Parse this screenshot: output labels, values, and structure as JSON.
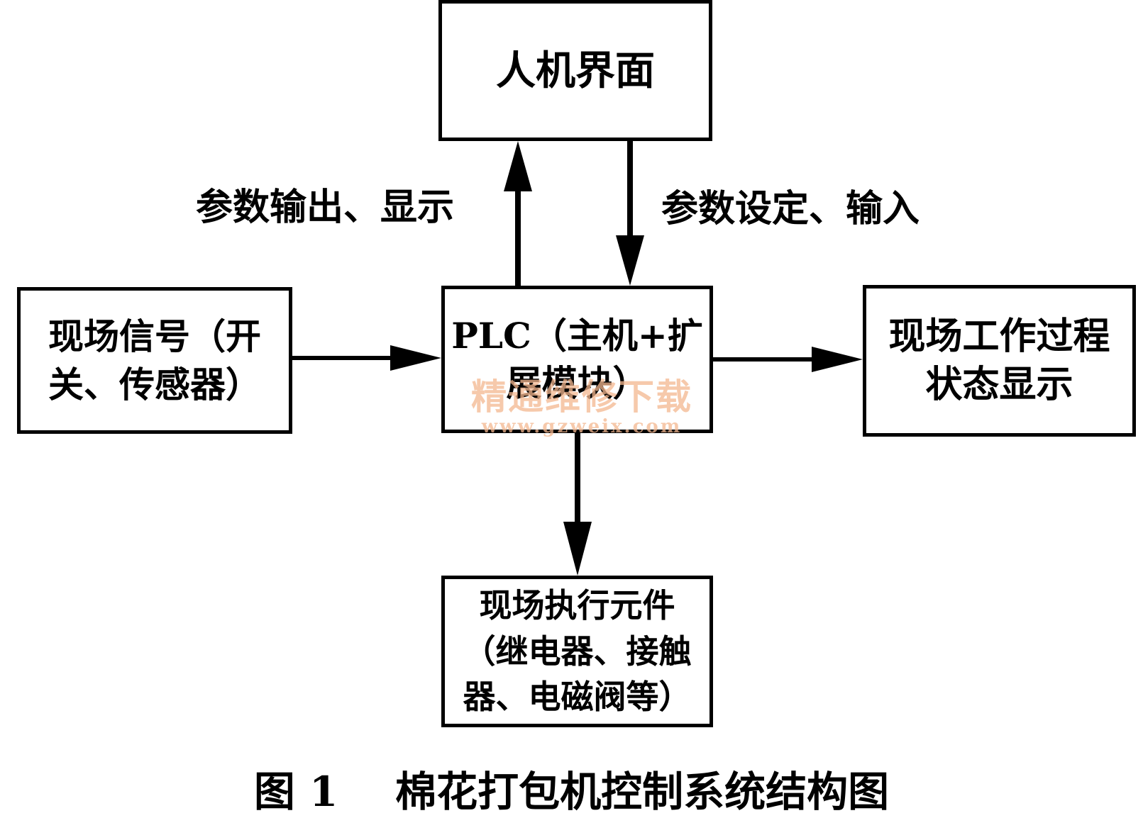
{
  "diagram": {
    "nodes": {
      "hmi": "人机界面",
      "field_signal": "现场信号（开关、传感器）",
      "plc": "PLC（主机+扩展模块）",
      "process_display": "现场工作过程状态显示",
      "actuators": "现场执行元件（继电器、接触器、电磁阀等）"
    },
    "edge_labels": {
      "plc_to_hmi": "参数输出、显示",
      "hmi_to_plc": "参数设定、输入"
    },
    "edges": [
      {
        "from": "plc",
        "to": "hmi",
        "label": "参数输出、显示"
      },
      {
        "from": "hmi",
        "to": "plc",
        "label": "参数设定、输入"
      },
      {
        "from": "field_signal",
        "to": "plc"
      },
      {
        "from": "plc",
        "to": "process_display"
      },
      {
        "from": "plc",
        "to": "actuators"
      }
    ],
    "caption": "图 1    棉花打包机控制系统结构图"
  },
  "watermark": {
    "text": "精通维修下载",
    "url": "www.gzweix.com"
  }
}
